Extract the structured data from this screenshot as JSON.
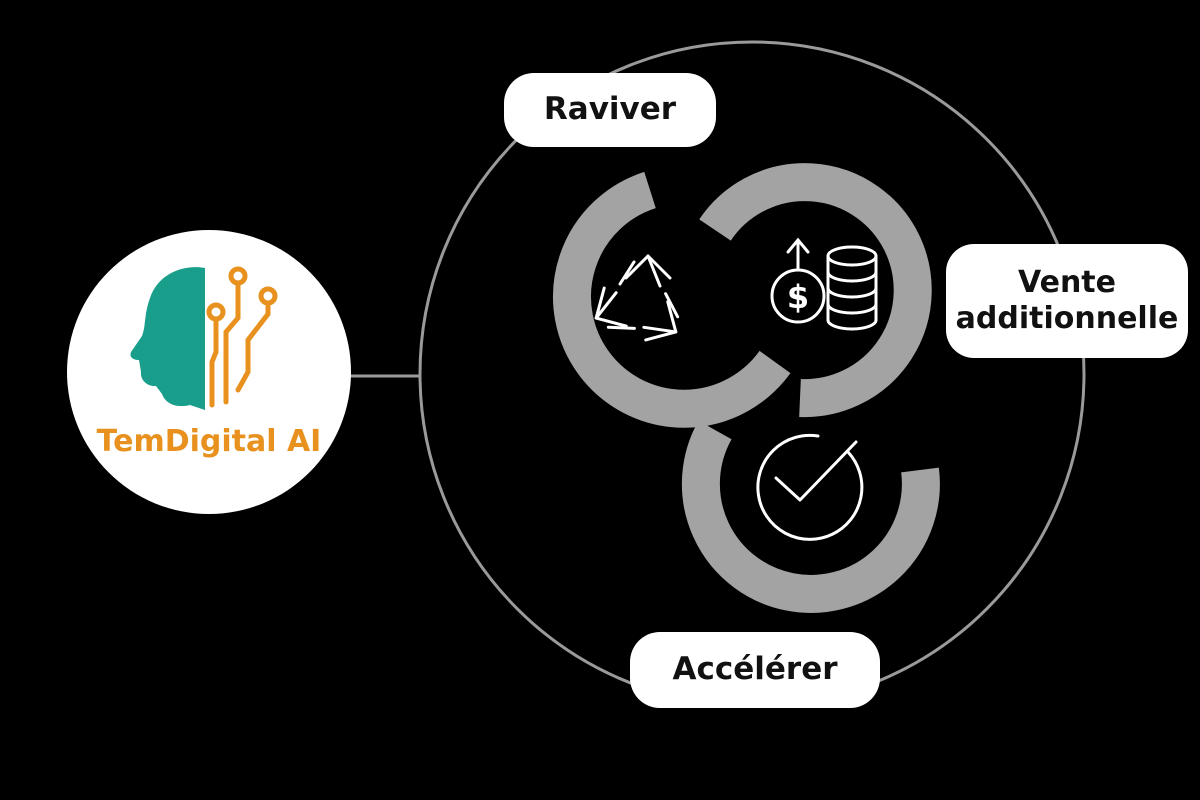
{
  "brand": {
    "name": "TemDigital AI",
    "head_color": "#1a9e8c",
    "circuit_color": "#e8911f"
  },
  "steps": [
    {
      "label": "Raviver",
      "icon": "recycle-icon"
    },
    {
      "label": "Vente additionnelle",
      "icon": "dollar-coins-icon"
    },
    {
      "label": "Accélérer",
      "icon": "check-circle-icon"
    }
  ],
  "colors": {
    "background": "#000000",
    "ring": "#9a9a9a",
    "loops": "#a3a3a3",
    "pill": "#ffffff",
    "text": "#111111",
    "icon_stroke": "#ffffff"
  }
}
